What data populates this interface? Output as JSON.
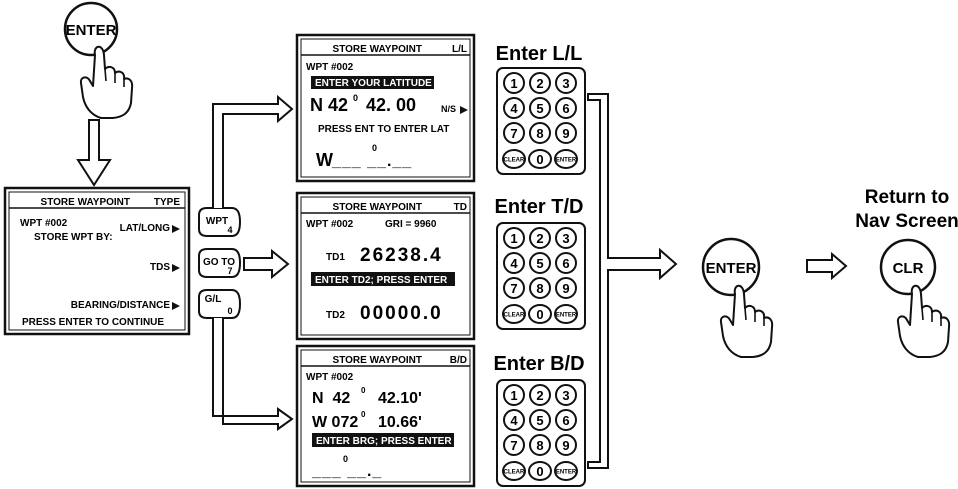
{
  "start_button": {
    "label": "ENTER"
  },
  "type_screen": {
    "title": "STORE WAYPOINT",
    "title_right": "TYPE",
    "wpt": "WPT #002",
    "store_by": "STORE WPT BY:",
    "opt_latlong": "LAT/LONG",
    "opt_tds": "TDS",
    "opt_bearing": "BEARING/DISTANCE",
    "continue": "PRESS ENTER TO CONTINUE"
  },
  "keys": {
    "wpt": {
      "main": "WPT",
      "sub": "4"
    },
    "goto": {
      "main": "GO TO",
      "sub": "7"
    },
    "gl": {
      "main": "G/L",
      "sub": "0"
    }
  },
  "ll_screen": {
    "title": "STORE WAYPOINT",
    "title_right": "L/L",
    "wpt": "WPT #002",
    "prompt": "ENTER YOUR LATITUDE",
    "lat": "N 42",
    "lat_deg": "0",
    "lat_min": "42. 00",
    "ns": "N/S",
    "press": "PRESS ENT TO ENTER LAT",
    "lon_prefix": "W",
    "lon_deg": "0",
    "lon_blank": "___ __.__"
  },
  "td_screen": {
    "title": "STORE WAYPOINT",
    "title_right": "TD",
    "wpt": "WPT #002",
    "gri": "GRI = 9960",
    "td1_label": "TD1",
    "td1_value": "26238.4",
    "prompt": "ENTER TD2; PRESS ENTER",
    "td2_label": "TD2",
    "td2_value": "00000.0"
  },
  "bd_screen": {
    "title": "STORE WAYPOINT",
    "title_right": "B/D",
    "wpt": "WPT #002",
    "lat": "N  42",
    "lat_deg": "0",
    "lat_min": "42.10'",
    "lon": "W 072",
    "lon_deg": "0",
    "lon_min": "10.66'",
    "prompt": "ENTER BRG; PRESS ENTER",
    "deg": "0",
    "blank": "___ __._"
  },
  "section_titles": {
    "ll": "Enter L/L",
    "td": "Enter T/D",
    "bd": "Enter B/D"
  },
  "keypad": {
    "rows": [
      [
        "1",
        "2",
        "3"
      ],
      [
        "4",
        "5",
        "6"
      ],
      [
        "7",
        "8",
        "9"
      ]
    ],
    "clear": "CLEAR",
    "zero": "0",
    "enter": "ENTER"
  },
  "end_enter": {
    "label": "ENTER"
  },
  "return_label": {
    "line1": "Return to",
    "line2": "Nav Screen"
  },
  "clr_button": {
    "label": "CLR"
  }
}
